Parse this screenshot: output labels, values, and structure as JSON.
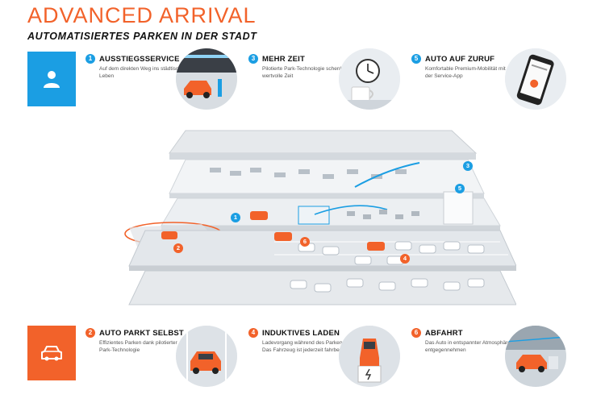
{
  "header": {
    "title": "ADVANCED ARRIVAL",
    "subtitle": "AUTOMATISIERTES PARKEN IN DER STADT"
  },
  "colors": {
    "accent_orange": "#f2622a",
    "accent_blue": "#1b9ee3"
  },
  "icons": {
    "top_panel": "person-icon",
    "bottom_panel": "car-icon"
  },
  "features": [
    {
      "num": "1",
      "title": "AUSSTIEGSSERVICE",
      "desc": "Auf dem direkten Weg ins städtische Leben"
    },
    {
      "num": "3",
      "title": "MEHR ZEIT",
      "desc": "Pilotierte Park-Technologie schenkt wertvolle Zeit"
    },
    {
      "num": "5",
      "title": "AUTO AUF ZURUF",
      "desc": "Komfortable Premium-Mobilität mit der Service-App"
    },
    {
      "num": "2",
      "title": "AUTO PARKT SELBST",
      "desc": "Effizientes Parken dank pilotierter Park-Technologie"
    },
    {
      "num": "4",
      "title": "INDUKTIVES LADEN",
      "desc": "Ladevorgang während des Parkens – Das Fahrzeug ist jederzeit fahrbereit"
    },
    {
      "num": "6",
      "title": "ABFAHRT",
      "desc": "Das Auto in entspannter Atmosphäre entgegennehmen"
    }
  ],
  "markers": [
    "1",
    "2",
    "3",
    "4",
    "5",
    "6"
  ]
}
